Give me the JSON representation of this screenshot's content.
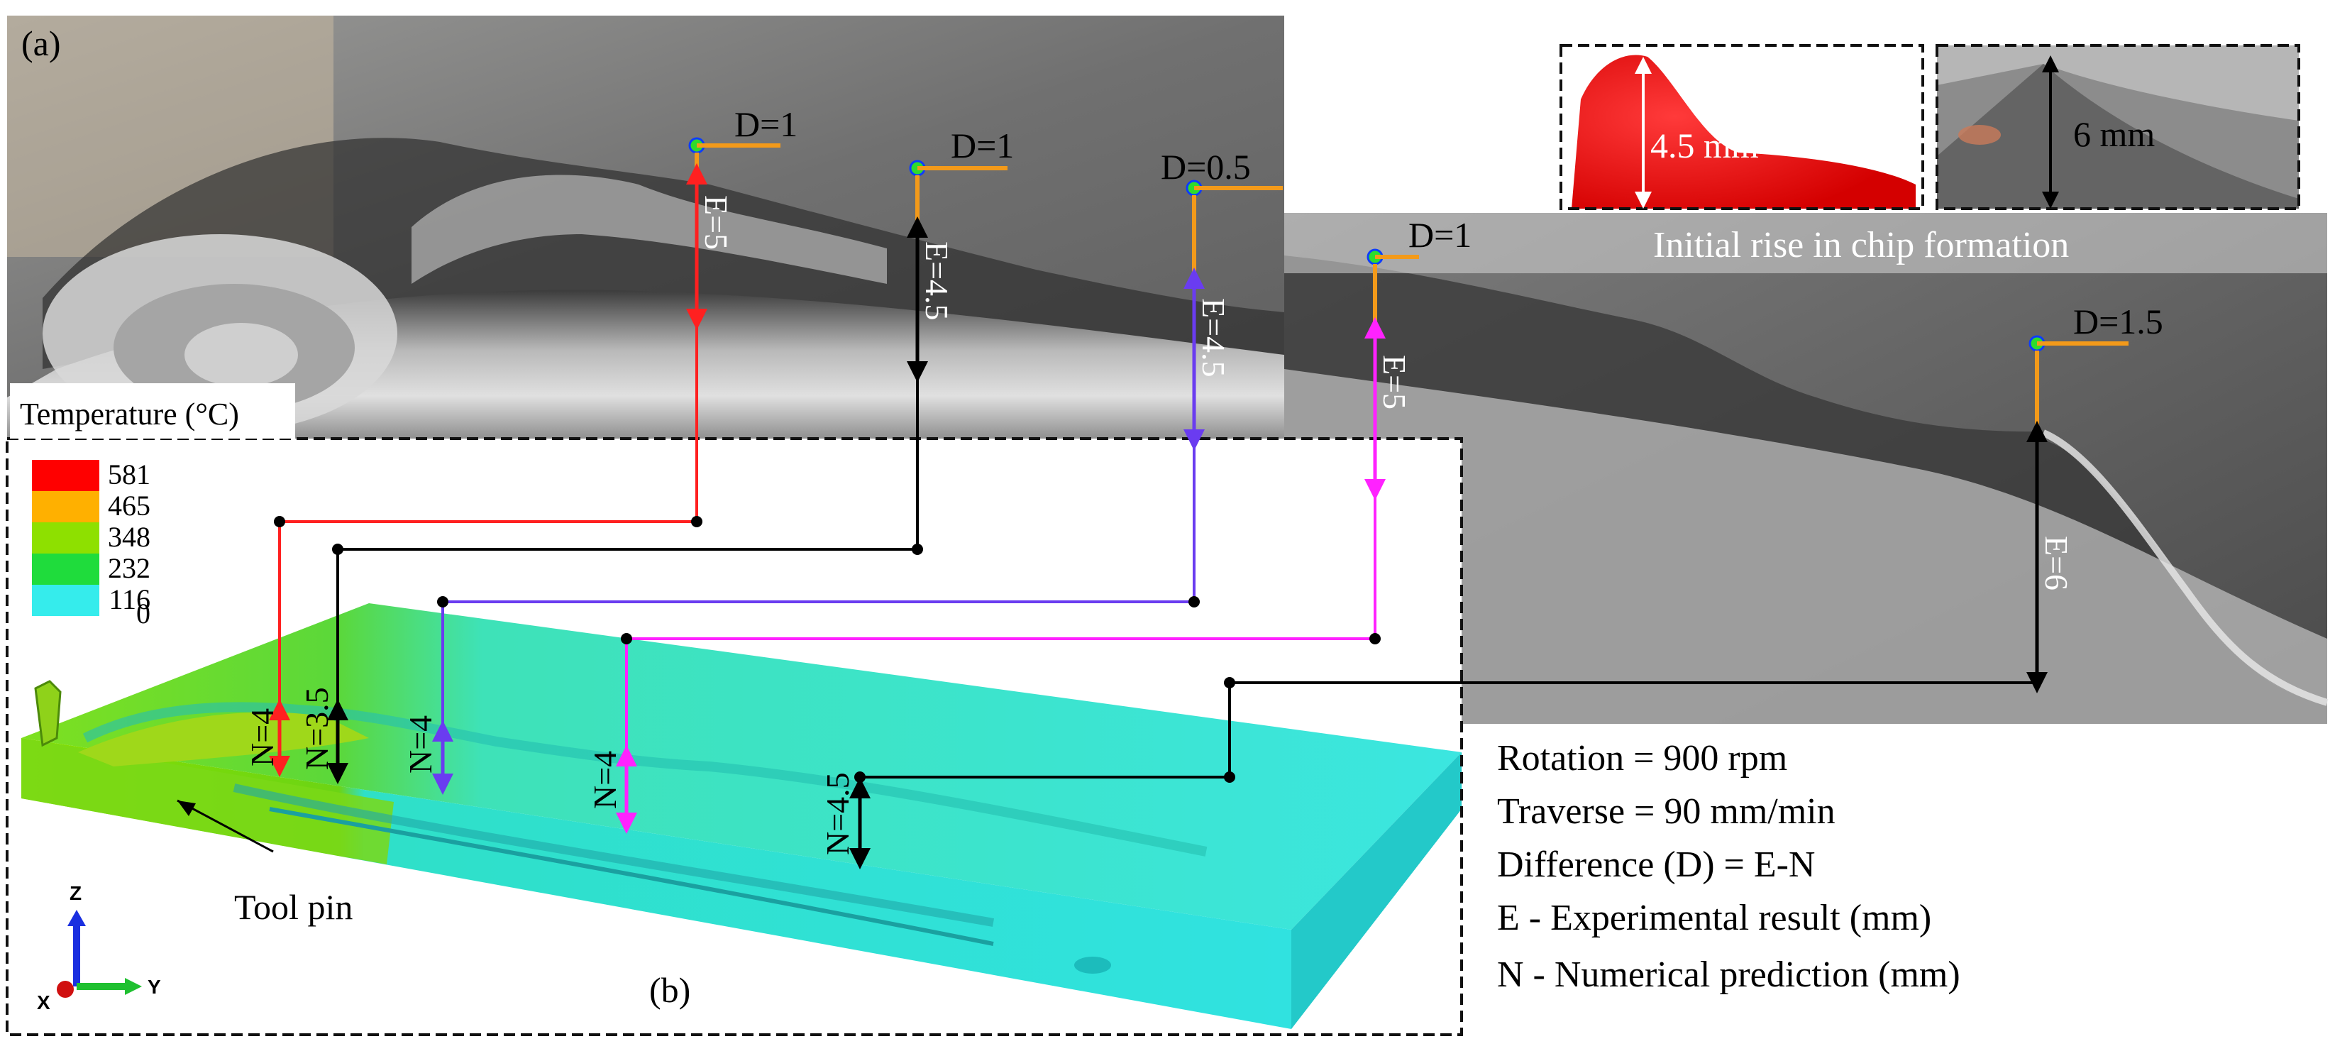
{
  "panel_a": {
    "label": "(a)",
    "caption": "Initial rise in chip formation",
    "inset_left_label": "4.5 mm",
    "inset_right_label": "6 mm"
  },
  "panel_b": {
    "label": "(b)",
    "tool_pin_label": "Tool pin",
    "axis_z": "Z",
    "axis_y": "Y",
    "axis_x": "X"
  },
  "legend": {
    "title": "Temperature (°C)",
    "entries": [
      {
        "value": "581",
        "color": "#ff0000"
      },
      {
        "value": "465",
        "color": "#ffb000"
      },
      {
        "value": "348",
        "color": "#8ee000"
      },
      {
        "value": "232",
        "color": "#1fdc3c"
      },
      {
        "value": "116",
        "color": "#18e2b2"
      },
      {
        "value": "0",
        "color": "#35ecec"
      }
    ]
  },
  "measurements": [
    {
      "d": "D=1",
      "e": "E=5",
      "n": "N=4",
      "color": "#ff2020"
    },
    {
      "d": "D=1",
      "e": "E=4.5",
      "n": "N=3.5",
      "color": "#000000"
    },
    {
      "d": "D=0.5",
      "e": "E=4.5",
      "n": "N=4",
      "color": "#6a3cf0"
    },
    {
      "d": "D=1",
      "e": "E=5",
      "n": "N=4",
      "color": "#ff22ff"
    },
    {
      "d": "D=1.5",
      "e": "E=6",
      "n": "N=4.5",
      "color": "#000000"
    }
  ],
  "notes": [
    "Rotation = 900 rpm",
    "Traverse = 90 mm/min",
    "Difference (D) = E-N",
    "E - Experimental result (mm)",
    "N - Numerical prediction (mm)"
  ]
}
